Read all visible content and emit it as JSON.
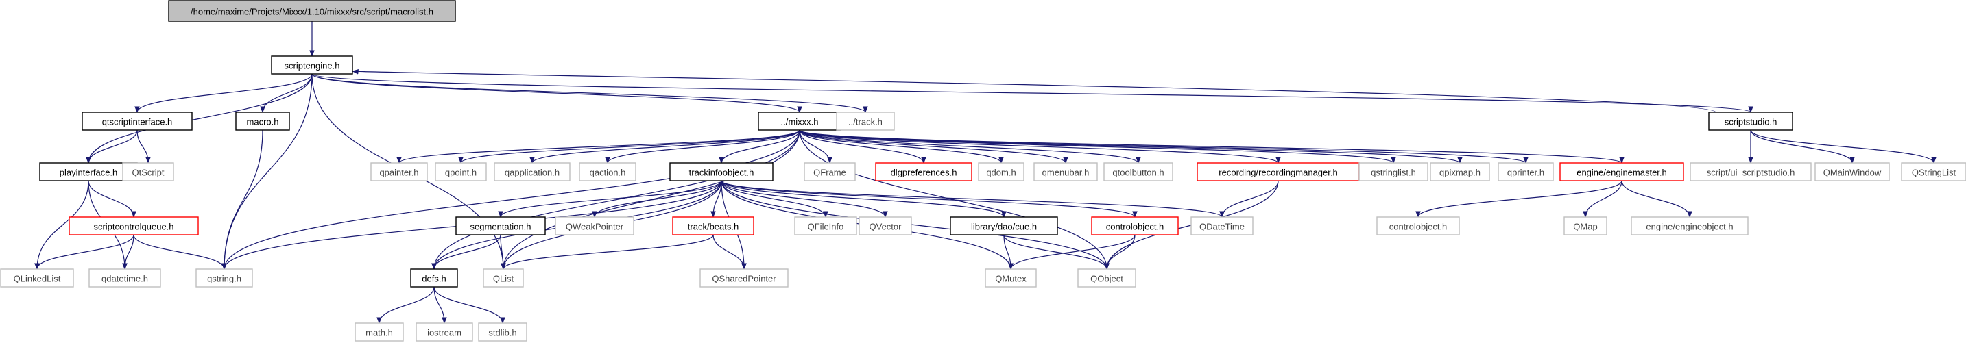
{
  "colors": {
    "edge": "#191970",
    "root_fill": "#bfbfbf",
    "documented_border": "#000000",
    "incomplete_border": "#ff0000",
    "external_border": "#bfbfbf"
  },
  "nodes": [
    {
      "id": "root",
      "label": "/home/maxime/Projets/Mixxx/1.10/mixxx/src/script/macrolist.h",
      "kind": "root"
    },
    {
      "id": "scriptengine",
      "label": "scriptengine.h",
      "kind": "doc"
    },
    {
      "id": "qtscriptinterface",
      "label": "qtscriptinterface.h",
      "kind": "doc"
    },
    {
      "id": "macro",
      "label": "macro.h",
      "kind": "doc"
    },
    {
      "id": "mixxx",
      "label": "../mixxx.h",
      "kind": "doc"
    },
    {
      "id": "track",
      "label": "../track.h",
      "kind": "ext"
    },
    {
      "id": "scriptstudio",
      "label": "scriptstudio.h",
      "kind": "doc"
    },
    {
      "id": "playinterface",
      "label": "playinterface.h",
      "kind": "doc"
    },
    {
      "id": "qtscript",
      "label": "QtScript",
      "kind": "ext"
    },
    {
      "id": "scriptcontrolqueue",
      "label": "scriptcontrolqueue.h",
      "kind": "red"
    },
    {
      "id": "qlinkedlist",
      "label": "QLinkedList",
      "kind": "ext"
    },
    {
      "id": "qdatetime_lc",
      "label": "qdatetime.h",
      "kind": "ext"
    },
    {
      "id": "qstring",
      "label": "qstring.h",
      "kind": "ext"
    },
    {
      "id": "qpainter",
      "label": "qpainter.h",
      "kind": "ext"
    },
    {
      "id": "qpoint",
      "label": "qpoint.h",
      "kind": "ext"
    },
    {
      "id": "qapplication",
      "label": "qapplication.h",
      "kind": "ext"
    },
    {
      "id": "qaction",
      "label": "qaction.h",
      "kind": "ext"
    },
    {
      "id": "trackinfoobject",
      "label": "trackinfoobject.h",
      "kind": "doc"
    },
    {
      "id": "qframe",
      "label": "QFrame",
      "kind": "ext"
    },
    {
      "id": "dlgpreferences",
      "label": "dlgpreferences.h",
      "kind": "red"
    },
    {
      "id": "qdom",
      "label": "qdom.h",
      "kind": "ext"
    },
    {
      "id": "qmenubar",
      "label": "qmenubar.h",
      "kind": "ext"
    },
    {
      "id": "qtoolbutton",
      "label": "qtoolbutton.h",
      "kind": "ext"
    },
    {
      "id": "recordingmanager",
      "label": "recording/recordingmanager.h",
      "kind": "red"
    },
    {
      "id": "qstringlist_lc",
      "label": "qstringlist.h",
      "kind": "ext"
    },
    {
      "id": "qpixmap",
      "label": "qpixmap.h",
      "kind": "ext"
    },
    {
      "id": "qprinter",
      "label": "qprinter.h",
      "kind": "ext"
    },
    {
      "id": "enginemaster",
      "label": "engine/enginemaster.h",
      "kind": "red"
    },
    {
      "id": "ui_scriptstudio",
      "label": "script/ui_scriptstudio.h",
      "kind": "ext"
    },
    {
      "id": "qmainwindow",
      "label": "QMainWindow",
      "kind": "ext"
    },
    {
      "id": "qstringlist_cls",
      "label": "QStringList",
      "kind": "ext"
    },
    {
      "id": "segmentation",
      "label": "segmentation.h",
      "kind": "doc"
    },
    {
      "id": "qweakpointer",
      "label": "QWeakPointer",
      "kind": "ext"
    },
    {
      "id": "beats",
      "label": "track/beats.h",
      "kind": "red"
    },
    {
      "id": "qfileinfo",
      "label": "QFileInfo",
      "kind": "ext"
    },
    {
      "id": "qvector",
      "label": "QVector",
      "kind": "ext"
    },
    {
      "id": "cue",
      "label": "library/dao/cue.h",
      "kind": "doc"
    },
    {
      "id": "controlobject_red",
      "label": "controlobject.h",
      "kind": "red"
    },
    {
      "id": "qdatetime_cls",
      "label": "QDateTime",
      "kind": "ext"
    },
    {
      "id": "controlobject_ext",
      "label": "controlobject.h",
      "kind": "ext"
    },
    {
      "id": "qmap",
      "label": "QMap",
      "kind": "ext"
    },
    {
      "id": "engineobject",
      "label": "engine/engineobject.h",
      "kind": "ext"
    },
    {
      "id": "defs",
      "label": "defs.h",
      "kind": "doc"
    },
    {
      "id": "qlist",
      "label": "QList",
      "kind": "ext"
    },
    {
      "id": "qsharedpointer",
      "label": "QSharedPointer",
      "kind": "ext"
    },
    {
      "id": "qmutex",
      "label": "QMutex",
      "kind": "ext"
    },
    {
      "id": "qobject",
      "label": "QObject",
      "kind": "ext"
    },
    {
      "id": "math",
      "label": "math.h",
      "kind": "ext"
    },
    {
      "id": "iostream",
      "label": "iostream",
      "kind": "ext"
    },
    {
      "id": "stdlib",
      "label": "stdlib.h",
      "kind": "ext"
    }
  ],
  "edges": [
    [
      "root",
      "scriptengine"
    ],
    [
      "scriptengine",
      "qtscriptinterface"
    ],
    [
      "scriptengine",
      "macro"
    ],
    [
      "scriptengine",
      "mixxx"
    ],
    [
      "scriptengine",
      "track"
    ],
    [
      "scriptengine",
      "scriptstudio"
    ],
    [
      "scriptengine",
      "playinterface"
    ],
    [
      "scriptengine",
      "qstring"
    ],
    [
      "scriptengine",
      "qlist"
    ],
    [
      "scriptstudio",
      "scriptengine"
    ],
    [
      "scriptstudio",
      "ui_scriptstudio"
    ],
    [
      "scriptstudio",
      "qmainwindow"
    ],
    [
      "scriptstudio",
      "qstringlist_cls"
    ],
    [
      "qtscriptinterface",
      "playinterface"
    ],
    [
      "qtscriptinterface",
      "qtscript"
    ],
    [
      "playinterface",
      "scriptcontrolqueue"
    ],
    [
      "playinterface",
      "qlinkedlist"
    ],
    [
      "playinterface",
      "qdatetime_lc"
    ],
    [
      "scriptcontrolqueue",
      "qlinkedlist"
    ],
    [
      "scriptcontrolqueue",
      "qdatetime_lc"
    ],
    [
      "scriptcontrolqueue",
      "qstring"
    ],
    [
      "macro",
      "qstring"
    ],
    [
      "mixxx",
      "qstring"
    ],
    [
      "mixxx",
      "defs"
    ],
    [
      "mixxx",
      "qlist"
    ],
    [
      "mixxx",
      "qpainter"
    ],
    [
      "mixxx",
      "qpoint"
    ],
    [
      "mixxx",
      "qapplication"
    ],
    [
      "mixxx",
      "qaction"
    ],
    [
      "mixxx",
      "trackinfoobject"
    ],
    [
      "mixxx",
      "qframe"
    ],
    [
      "mixxx",
      "dlgpreferences"
    ],
    [
      "mixxx",
      "qdom"
    ],
    [
      "mixxx",
      "qmenubar"
    ],
    [
      "mixxx",
      "qtoolbutton"
    ],
    [
      "mixxx",
      "recordingmanager"
    ],
    [
      "mixxx",
      "qstringlist_lc"
    ],
    [
      "mixxx",
      "qpixmap"
    ],
    [
      "mixxx",
      "qprinter"
    ],
    [
      "mixxx",
      "enginemaster"
    ],
    [
      "mixxx",
      "qobject"
    ],
    [
      "trackinfoobject",
      "qstring"
    ],
    [
      "trackinfoobject",
      "defs"
    ],
    [
      "trackinfoobject",
      "segmentation"
    ],
    [
      "trackinfoobject",
      "qweakpointer"
    ],
    [
      "trackinfoobject",
      "beats"
    ],
    [
      "trackinfoobject",
      "qlist"
    ],
    [
      "trackinfoobject",
      "qsharedpointer"
    ],
    [
      "trackinfoobject",
      "qfileinfo"
    ],
    [
      "trackinfoobject",
      "qvector"
    ],
    [
      "trackinfoobject",
      "cue"
    ],
    [
      "trackinfoobject",
      "controlobject_red"
    ],
    [
      "trackinfoobject",
      "qdatetime_cls"
    ],
    [
      "trackinfoobject",
      "qmutex"
    ],
    [
      "trackinfoobject",
      "qobject"
    ],
    [
      "segmentation",
      "defs"
    ],
    [
      "segmentation",
      "qlist"
    ],
    [
      "beats",
      "qlist"
    ],
    [
      "beats",
      "qsharedpointer"
    ],
    [
      "cue",
      "qmutex"
    ],
    [
      "cue",
      "qobject"
    ],
    [
      "controlobject_red",
      "qmutex"
    ],
    [
      "controlobject_red",
      "qobject"
    ],
    [
      "recordingmanager",
      "qdatetime_cls"
    ],
    [
      "recordingmanager",
      "qobject"
    ],
    [
      "enginemaster",
      "controlobject_ext"
    ],
    [
      "enginemaster",
      "qmap"
    ],
    [
      "enginemaster",
      "engineobject"
    ],
    [
      "defs",
      "math"
    ],
    [
      "defs",
      "iostream"
    ],
    [
      "defs",
      "stdlib"
    ]
  ]
}
